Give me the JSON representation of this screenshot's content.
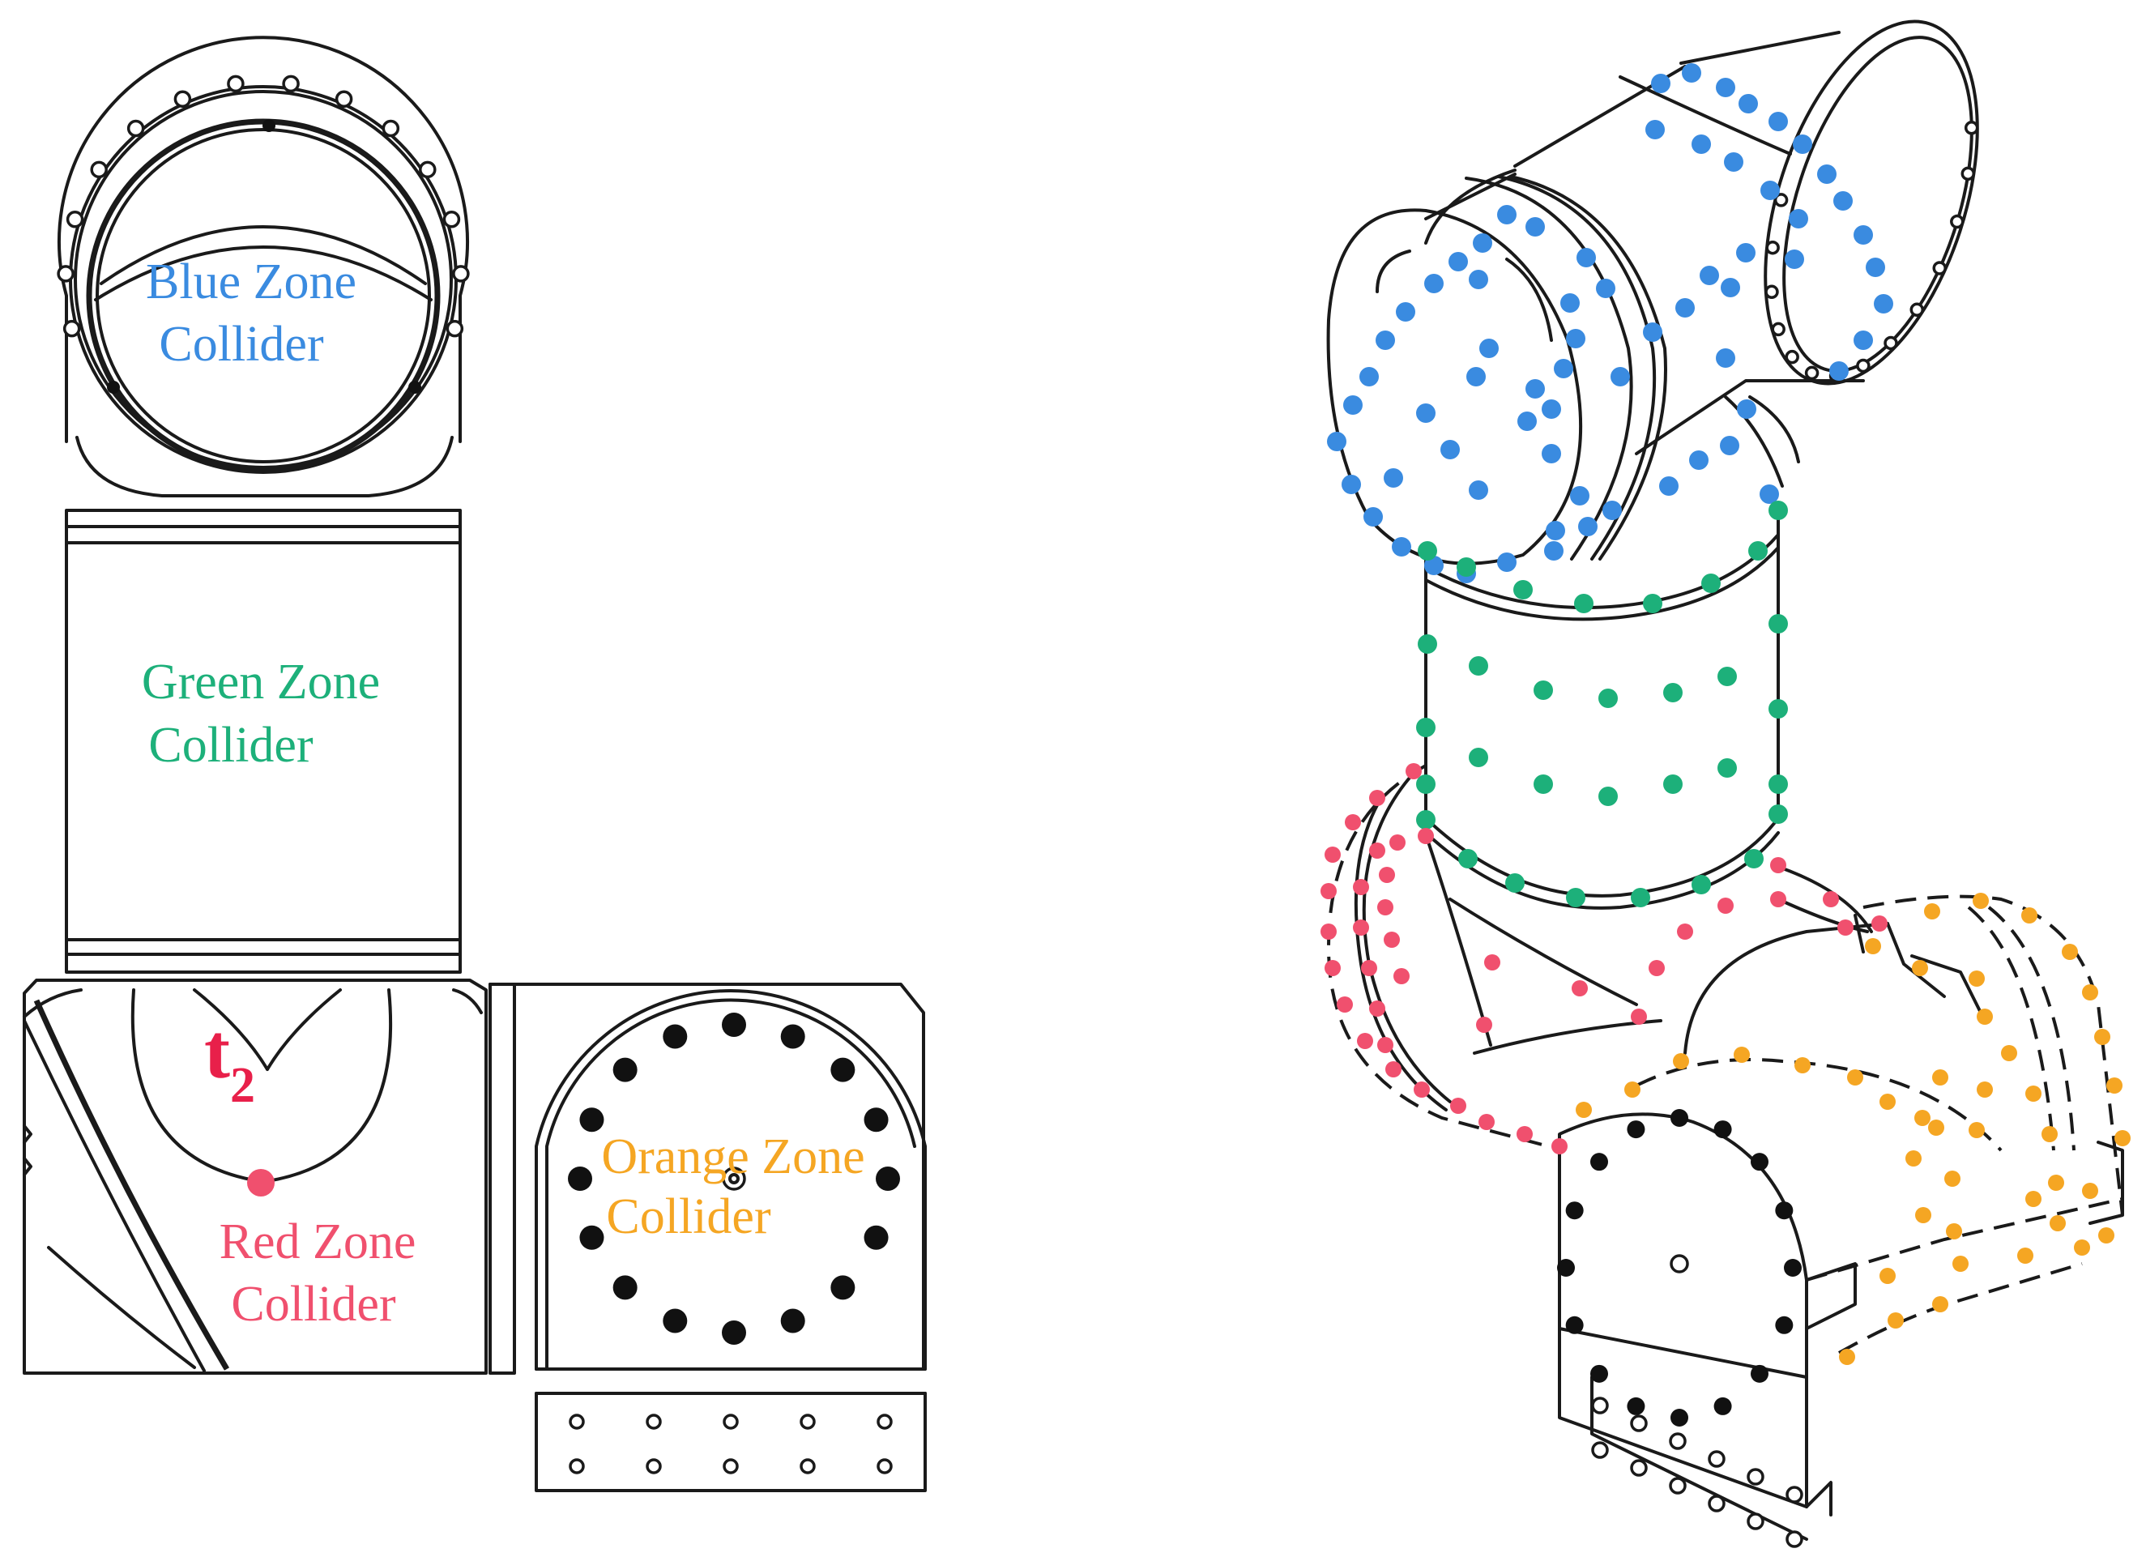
{
  "labels": {
    "blue_zone": {
      "line1": "Blue Zone",
      "line2": "Collider"
    },
    "green_zone": {
      "line1": "Green Zone",
      "line2": "Collider"
    },
    "red_zone": {
      "line1": "Red Zone",
      "line2": "Collider"
    },
    "orange_zone": {
      "line1": "Orange Zone",
      "line2": "Collider"
    },
    "joint": {
      "main": "t",
      "sub": "2"
    }
  },
  "colors": {
    "blue": "#3a8be0",
    "green": "#1db07a",
    "red": "#f0506e",
    "orange": "#f5a623",
    "joint": "#e8204a",
    "line": "#1a1a1a"
  }
}
